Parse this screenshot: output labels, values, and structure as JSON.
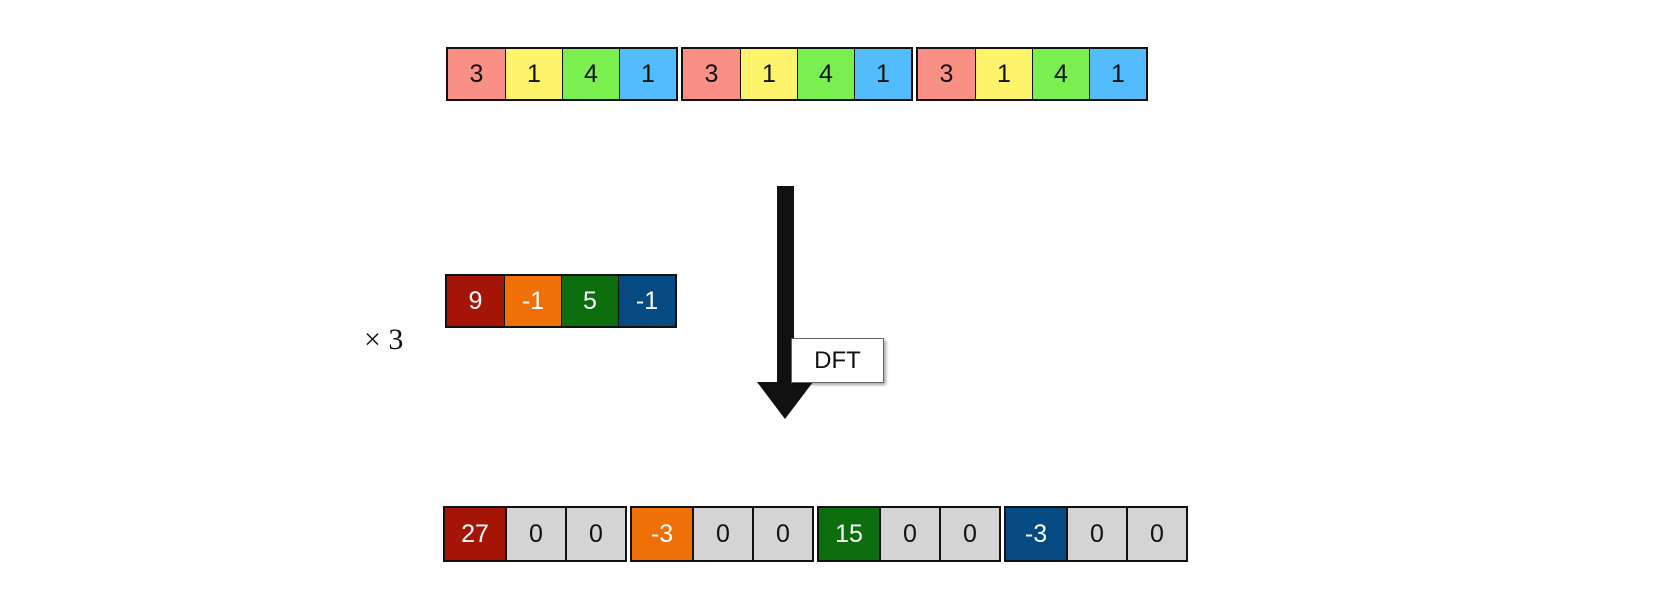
{
  "colors": {
    "pink": "#fa8f86",
    "yellow": "#fdf46c",
    "lightgreen": "#7aef50",
    "lightblue": "#53bcfc",
    "darkred": "#a41508",
    "orange": "#f07008",
    "darkgreen": "#0c6e0c",
    "navy": "#064a82",
    "gray": "#d4d4d4"
  },
  "top_row": {
    "groups": [
      [
        "3",
        "1",
        "4",
        "1"
      ],
      [
        "3",
        "1",
        "4",
        "1"
      ],
      [
        "3",
        "1",
        "4",
        "1"
      ]
    ]
  },
  "middle_row": {
    "values": [
      "9",
      "-1",
      "5",
      "-1"
    ],
    "multiplier": "× 3"
  },
  "arrow": {
    "label": "DFT"
  },
  "bottom_row": {
    "groups": [
      [
        "27",
        "0",
        "0"
      ],
      [
        "-3",
        "0",
        "0"
      ],
      [
        "15",
        "0",
        "0"
      ],
      [
        "-3",
        "0",
        "0"
      ]
    ]
  }
}
